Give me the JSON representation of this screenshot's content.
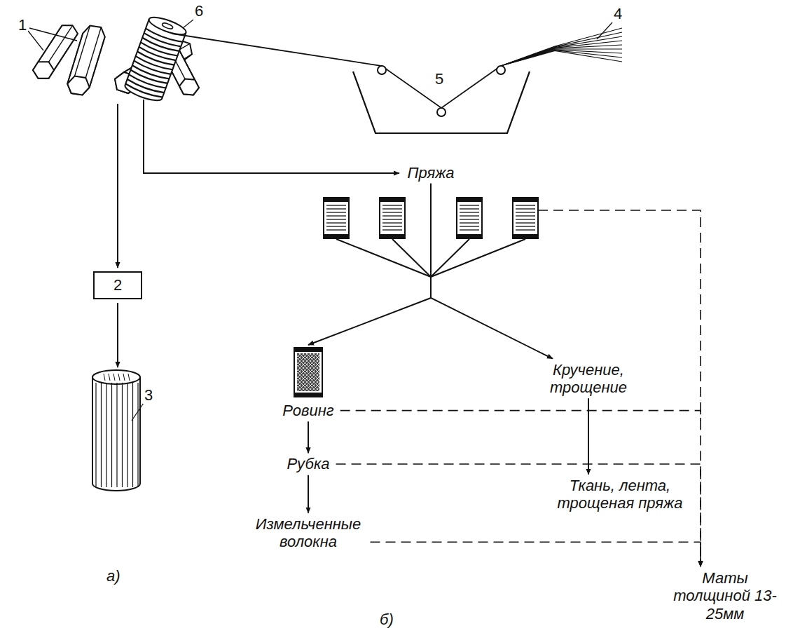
{
  "diagram": {
    "nodes": [
      {
        "text": [
          "2"
        ]
      },
      {
        "text": [
          "5"
        ]
      },
      {
        "text": [
          "Пряжа"
        ]
      },
      {
        "text": [
          "Ровинг"
        ]
      },
      {
        "text": [
          "Кручение, трощение"
        ]
      },
      {
        "text": [
          "Рубка"
        ]
      },
      {
        "text": [
          "Измельченные волокна"
        ]
      },
      {
        "text": [
          "Ткань, лента, трощеная пряжа"
        ]
      },
      {
        "text": [
          "Маты толщиной 13-25мм"
        ]
      }
    ],
    "edges": [
      {
        "from": 2,
        "to": 3,
        "arrow": "to"
      },
      {
        "from": 2,
        "to": 4,
        "arrow": "to"
      },
      {
        "from": 3,
        "to": 5,
        "arrow": "to"
      },
      {
        "from": 5,
        "to": 6,
        "arrow": "to"
      },
      {
        "from": 4,
        "to": 7,
        "arrow": "to"
      },
      {
        "from": 3,
        "to": 8,
        "arrow": "to"
      },
      {
        "from": 5,
        "to": 8,
        "arrow": "to"
      },
      {
        "from": 6,
        "to": 8,
        "arrow": "to"
      }
    ],
    "labels": [
      "1",
      "3",
      "4",
      "6",
      "а)",
      "б)"
    ]
  }
}
